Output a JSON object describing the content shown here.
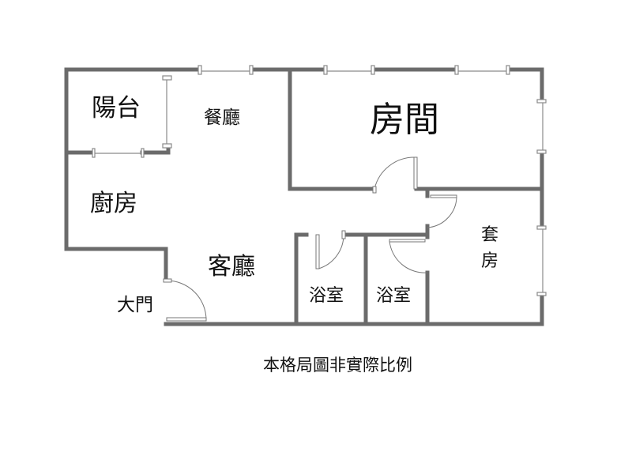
{
  "rooms": {
    "balcony": "陽台",
    "dining": "餐廳",
    "bedroom": "房間",
    "kitchen": "廚房",
    "living": "客廳",
    "main_door": "大門",
    "bath1": "浴室",
    "bath2": "浴室",
    "suite_1": "套",
    "suite_2": "房"
  },
  "caption": "本格局圖非實際比例",
  "colors": {
    "wall": "#6b6b6b",
    "window": "#8a8a8a"
  }
}
